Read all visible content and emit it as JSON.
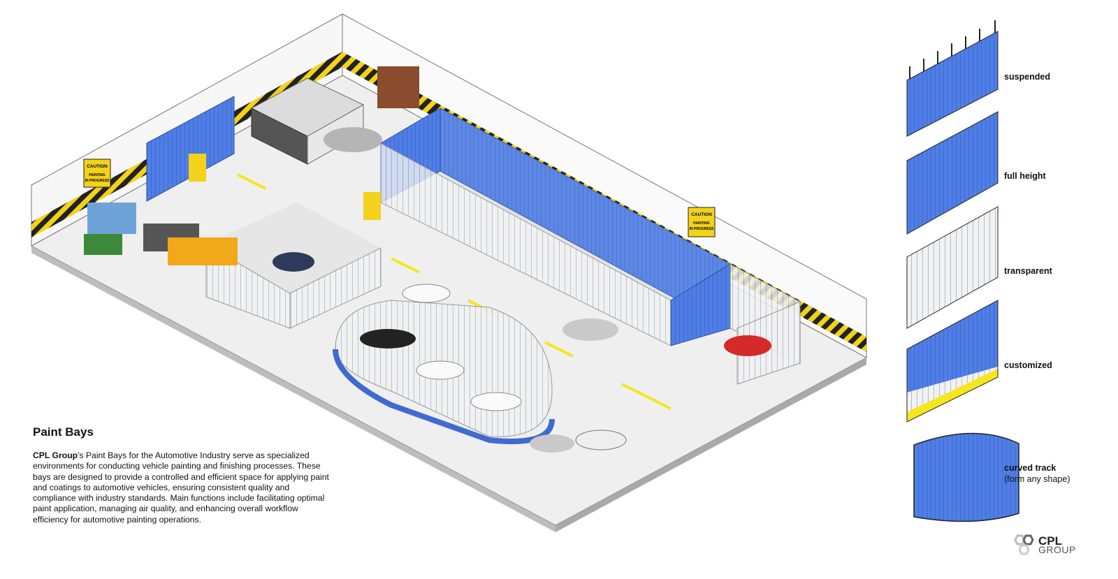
{
  "heading": "Paint Bays",
  "description": {
    "brand": "CPL Group",
    "text": "'s Paint Bays for the Automotive Industry serve as specialized environments for conducting vehicle painting and finishing processes. These bays are designed to provide a controlled and efficient space for applying paint and coatings to automotive vehicles, ensuring consistent quality and compliance with industry standards. Main functions include facilitating optimal paint application, managing air quality, and enhancing overall workflow efficiency for automotive painting operations."
  },
  "signs": {
    "line1": "CAUTION",
    "line2": "PAINTING",
    "line3": "IN PROGRESS"
  },
  "legend": [
    {
      "label": "suspended",
      "sub": ""
    },
    {
      "label": "full height",
      "sub": ""
    },
    {
      "label": "transparent",
      "sub": ""
    },
    {
      "label": "customized",
      "sub": ""
    },
    {
      "label": "curved track",
      "sub": "(form any shape)"
    }
  ],
  "logo": {
    "line1": "CPL",
    "line2": "GROUP"
  },
  "colors": {
    "curtain_blue": "#4f7fe6",
    "floor": "#eeeeee",
    "hazard_yellow": "#f2d21b",
    "accent_yellow": "#f5e61e"
  }
}
